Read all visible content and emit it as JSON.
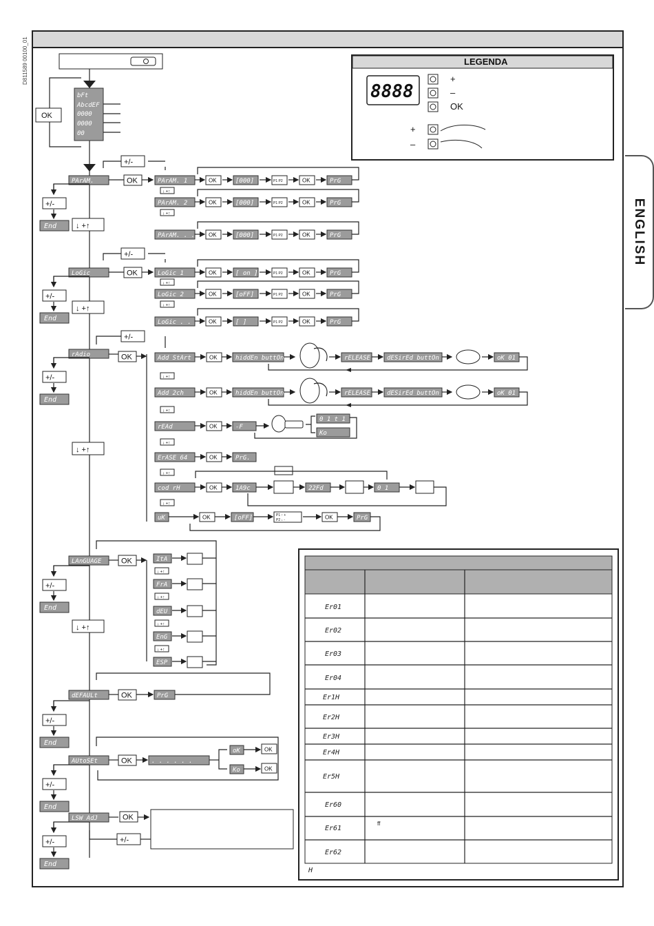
{
  "doc_code": "D811589 00100_01",
  "side_tab": "ENGLISH",
  "legend": {
    "title": "LEGENDA",
    "display": "8888",
    "plus": "+",
    "minus": "–",
    "ok": "OK"
  },
  "buttons": {
    "ok": "OK",
    "plusminus": "+/-",
    "end": "End",
    "updown": "+"
  },
  "init": [
    "bFt",
    "AbcdEF",
    "0000",
    "0000",
    "00"
  ],
  "menus": {
    "param": "PArAM.",
    "param_items": [
      "PArAM. 1",
      "PArAM. 2",
      "PArAM. . . ."
    ],
    "param_val": "[000]",
    "logic": "LoGic",
    "logic_items": [
      "LoGic 1",
      "LoGic 2",
      "LoGic . . ."
    ],
    "logic_vals": [
      "[ on ]",
      "[oFF]",
      "[    ]"
    ],
    "radio": "rAdio",
    "radio_items": [
      "Add StArt",
      "Add 2ch",
      "rEAd",
      "ErASE 64",
      "cod rH",
      "uK"
    ],
    "hidden": "hiddEn buttOn",
    "release": "rELEASE",
    "desired": "dESirEd buttOn",
    "ok01": "oK 01",
    "dash": "-F",
    "read01": "0 1 t 1",
    "ko": "Ko",
    "prg_sel": "PrG.",
    "code1": "1A9c",
    "code2": "22Fd",
    "code3": "0 1",
    "off": "[oFF]",
    "language": "LAnGUAGE",
    "languages": [
      "ItA",
      "FrA",
      "dEU",
      "EnG",
      "ESP"
    ],
    "default": "dEFAULt",
    "autoset": "AUtoSEt",
    "autoset_dots": ". . .    . . .",
    "ok_lcd": "oK",
    "lsw": "LSW AdJ",
    "prg": "PrG",
    "p12": "P1 P2",
    "p12_alt": "P1 ↑ +\nP2 ↓ -"
  },
  "errors": {
    "codes": [
      "Er01",
      "Er02",
      "Er03",
      "Er04",
      "Er1H",
      "Er2H",
      "Er3H",
      "Er4H",
      "Er5H",
      "Er60",
      "Er61",
      "Er62"
    ],
    "er61_note": "ff",
    "footnote": "H"
  }
}
